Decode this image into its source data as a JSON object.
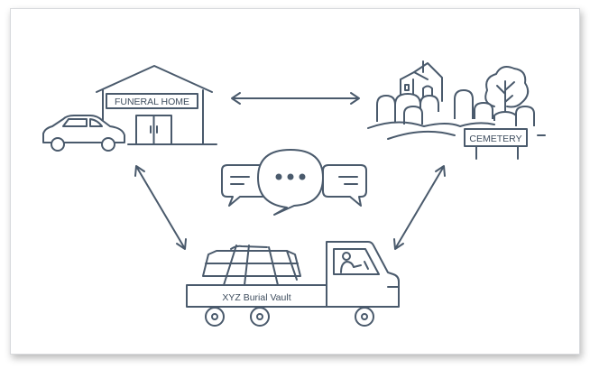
{
  "labels": {
    "funeral_home": "FUNERAL HOME",
    "cemetery": "CEMETERY",
    "truck": "XYZ Burial Vault"
  },
  "colors": {
    "stroke": "#4a5a6c",
    "background": "#ffffff"
  }
}
